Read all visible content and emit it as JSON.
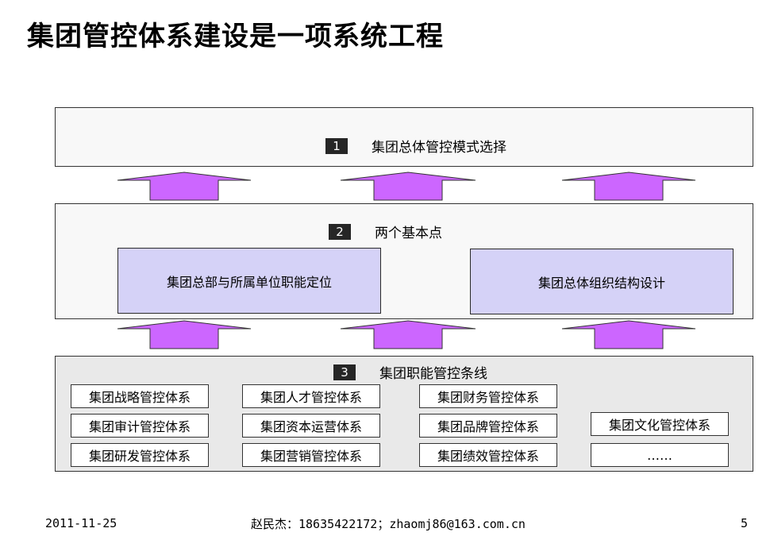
{
  "title": "集团管控体系建设是一项系统工程",
  "layer1": {
    "num": "1",
    "label": "集团总体管控模式选择"
  },
  "layer2": {
    "num": "2",
    "label": "两个基本点",
    "left_box": "集团总部与所属单位职能定位",
    "right_box": "集团总体组织结构设计"
  },
  "layer3": {
    "num": "3",
    "label": "集团职能管控条线",
    "systems": [
      "集团战略管控体系",
      "集团人才管控体系",
      "集团财务管控体系",
      "集团审计管控体系",
      "集团资本运营体系",
      "集团品牌管控体系",
      "集团文化管控体系",
      "集团研发管控体系",
      "集团营销管控体系",
      "集团绩效管控体系",
      "……"
    ]
  },
  "colors": {
    "arrow_fill": "#cc66ff",
    "inner_box": "#d5d2f7",
    "layer3_bg": "#e9e9e9"
  },
  "footer": {
    "date": "2011-11-25",
    "contact": "赵民杰：18635422172；zhaomj86@163.com.cn",
    "page": "5"
  }
}
